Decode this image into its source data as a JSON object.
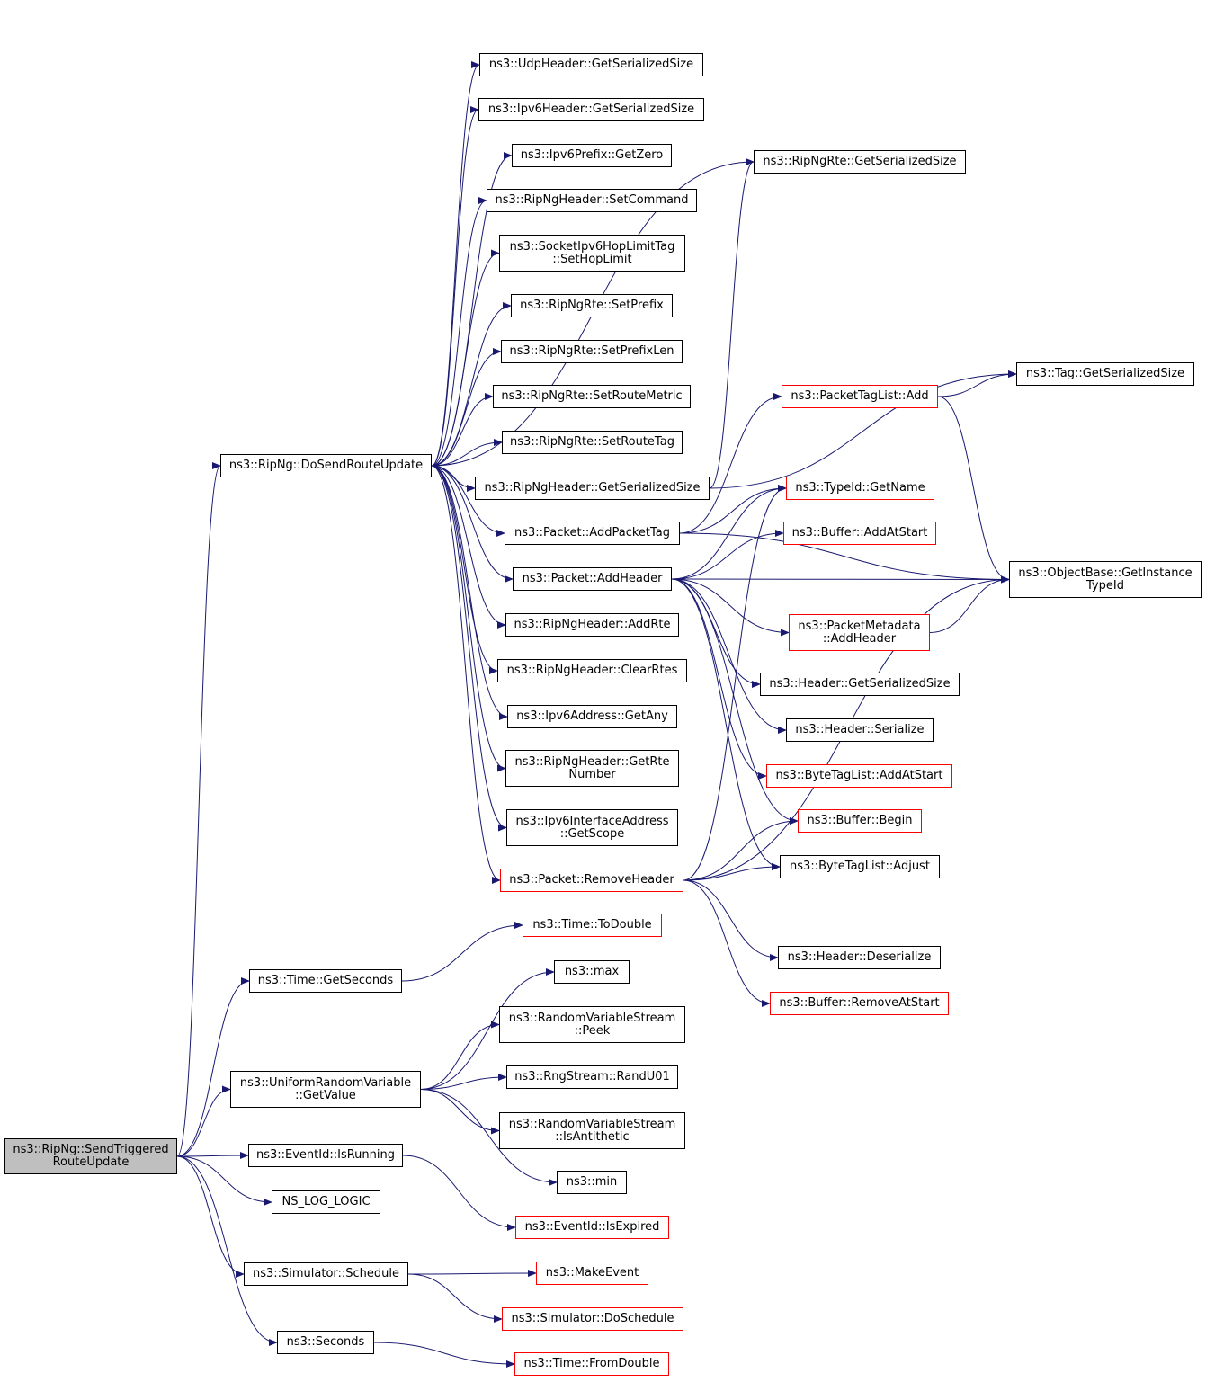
{
  "colors": {
    "edge": "#191970",
    "node_border": "#000000",
    "external_border": "#ff0000",
    "root_fill": "#bfbfbf"
  },
  "nodes": {
    "root": {
      "lines": [
        "ns3::RipNg::SendTriggered",
        "RouteUpdate"
      ],
      "external": false
    },
    "dosend": {
      "lines": [
        "ns3::RipNg::DoSendRouteUpdate"
      ],
      "external": false
    },
    "udp_gss": {
      "lines": [
        "ns3::UdpHeader::GetSerializedSize"
      ],
      "external": false
    },
    "ipv6h_gss": {
      "lines": [
        "ns3::Ipv6Header::GetSerializedSize"
      ],
      "external": false
    },
    "ipv6prefix_zero": {
      "lines": [
        "ns3::Ipv6Prefix::GetZero"
      ],
      "external": false
    },
    "ripng_setcmd": {
      "lines": [
        "ns3::RipNgHeader::SetCommand"
      ],
      "external": false
    },
    "sock_sethop": {
      "lines": [
        "ns3::SocketIpv6HopLimitTag",
        "::SetHopLimit"
      ],
      "external": false
    },
    "rte_setprefix": {
      "lines": [
        "ns3::RipNgRte::SetPrefix"
      ],
      "external": false
    },
    "rte_setprefixlen": {
      "lines": [
        "ns3::RipNgRte::SetPrefixLen"
      ],
      "external": false
    },
    "rte_setmetric": {
      "lines": [
        "ns3::RipNgRte::SetRouteMetric"
      ],
      "external": false
    },
    "rte_settag": {
      "lines": [
        "ns3::RipNgRte::SetRouteTag"
      ],
      "external": false
    },
    "ripngh_gss": {
      "lines": [
        "ns3::RipNgHeader::GetSerializedSize"
      ],
      "external": false
    },
    "pkt_addtag": {
      "lines": [
        "ns3::Packet::AddPacketTag"
      ],
      "external": false
    },
    "pkt_addheader": {
      "lines": [
        "ns3::Packet::AddHeader"
      ],
      "external": false
    },
    "ripngh_addrte": {
      "lines": [
        "ns3::RipNgHeader::AddRte"
      ],
      "external": false
    },
    "ripngh_clear": {
      "lines": [
        "ns3::RipNgHeader::ClearRtes"
      ],
      "external": false
    },
    "ipv6addr_any": {
      "lines": [
        "ns3::Ipv6Address::GetAny"
      ],
      "external": false
    },
    "ripngh_rtenum": {
      "lines": [
        "ns3::RipNgHeader::GetRte",
        "Number"
      ],
      "external": false
    },
    "ipv6if_scope": {
      "lines": [
        "ns3::Ipv6InterfaceAddress",
        "::GetScope"
      ],
      "external": false
    },
    "pkt_remove": {
      "lines": [
        "ns3::Packet::RemoveHeader"
      ],
      "external": true
    },
    "rte_gss": {
      "lines": [
        "ns3::RipNgRte::GetSerializedSize"
      ],
      "external": false
    },
    "tag_gss": {
      "lines": [
        "ns3::Tag::GetSerializedSize"
      ],
      "external": false
    },
    "ptl_add": {
      "lines": [
        "ns3::PacketTagList::Add"
      ],
      "external": true
    },
    "typeid_name": {
      "lines": [
        "ns3::TypeId::GetName"
      ],
      "external": true
    },
    "buf_addstart": {
      "lines": [
        "ns3::Buffer::AddAtStart"
      ],
      "external": true
    },
    "objbase_tid": {
      "lines": [
        "ns3::ObjectBase::GetInstance",
        "TypeId"
      ],
      "external": false
    },
    "pmeta_addh": {
      "lines": [
        "ns3::PacketMetadata",
        "::AddHeader"
      ],
      "external": true
    },
    "hdr_gss": {
      "lines": [
        "ns3::Header::GetSerializedSize"
      ],
      "external": false
    },
    "hdr_ser": {
      "lines": [
        "ns3::Header::Serialize"
      ],
      "external": false
    },
    "btl_addstart": {
      "lines": [
        "ns3::ByteTagList::AddAtStart"
      ],
      "external": true
    },
    "buf_begin": {
      "lines": [
        "ns3::Buffer::Begin"
      ],
      "external": true
    },
    "btl_adjust": {
      "lines": [
        "ns3::ByteTagList::Adjust"
      ],
      "external": false
    },
    "hdr_deser": {
      "lines": [
        "ns3::Header::Deserialize"
      ],
      "external": false
    },
    "buf_remstart": {
      "lines": [
        "ns3::Buffer::RemoveAtStart"
      ],
      "external": true
    },
    "time_todouble": {
      "lines": [
        "ns3::Time::ToDouble"
      ],
      "external": true
    },
    "time_getsec": {
      "lines": [
        "ns3::Time::GetSeconds"
      ],
      "external": false
    },
    "ns3_max": {
      "lines": [
        "ns3::max"
      ],
      "external": false
    },
    "rvs_peek": {
      "lines": [
        "ns3::RandomVariableStream",
        "::Peek"
      ],
      "external": false
    },
    "urv_getvalue": {
      "lines": [
        "ns3::UniformRandomVariable",
        "::GetValue"
      ],
      "external": false
    },
    "rng_randu01": {
      "lines": [
        "ns3::RngStream::RandU01"
      ],
      "external": false
    },
    "rvs_isanti": {
      "lines": [
        "ns3::RandomVariableStream",
        "::IsAntithetic"
      ],
      "external": false
    },
    "ns3_min": {
      "lines": [
        "ns3::min"
      ],
      "external": false
    },
    "evt_isrunning": {
      "lines": [
        "ns3::EventId::IsRunning"
      ],
      "external": false
    },
    "evt_isexpired": {
      "lines": [
        "ns3::EventId::IsExpired"
      ],
      "external": true
    },
    "ns_log_logic": {
      "lines": [
        "NS_LOG_LOGIC"
      ],
      "external": false
    },
    "sim_schedule": {
      "lines": [
        "ns3::Simulator::Schedule"
      ],
      "external": false
    },
    "make_event": {
      "lines": [
        "ns3::MakeEvent"
      ],
      "external": true
    },
    "sim_dosched": {
      "lines": [
        "ns3::Simulator::DoSchedule"
      ],
      "external": true
    },
    "ns3_seconds": {
      "lines": [
        "ns3::Seconds"
      ],
      "external": false
    },
    "time_fromdouble": {
      "lines": [
        "ns3::Time::FromDouble"
      ],
      "external": true
    }
  },
  "edges": [
    [
      "root",
      "dosend"
    ],
    [
      "root",
      "time_getsec"
    ],
    [
      "root",
      "urv_getvalue"
    ],
    [
      "root",
      "evt_isrunning"
    ],
    [
      "root",
      "ns_log_logic"
    ],
    [
      "root",
      "sim_schedule"
    ],
    [
      "root",
      "ns3_seconds"
    ],
    [
      "dosend",
      "udp_gss"
    ],
    [
      "dosend",
      "ipv6h_gss"
    ],
    [
      "dosend",
      "ipv6prefix_zero"
    ],
    [
      "dosend",
      "ripng_setcmd"
    ],
    [
      "dosend",
      "sock_sethop"
    ],
    [
      "dosend",
      "rte_setprefix"
    ],
    [
      "dosend",
      "rte_setprefixlen"
    ],
    [
      "dosend",
      "rte_setmetric"
    ],
    [
      "dosend",
      "rte_settag"
    ],
    [
      "dosend",
      "ripngh_gss"
    ],
    [
      "dosend",
      "pkt_addtag"
    ],
    [
      "dosend",
      "pkt_addheader"
    ],
    [
      "dosend",
      "ripngh_addrte"
    ],
    [
      "dosend",
      "ripngh_clear"
    ],
    [
      "dosend",
      "ipv6addr_any"
    ],
    [
      "dosend",
      "ripngh_rtenum"
    ],
    [
      "dosend",
      "ipv6if_scope"
    ],
    [
      "dosend",
      "pkt_remove"
    ],
    [
      "dosend",
      "rte_gss"
    ],
    [
      "ripngh_gss",
      "rte_gss"
    ],
    [
      "ripngh_gss",
      "tag_gss"
    ],
    [
      "pkt_addtag",
      "ptl_add"
    ],
    [
      "pkt_addtag",
      "typeid_name"
    ],
    [
      "pkt_addtag",
      "objbase_tid"
    ],
    [
      "ptl_add",
      "tag_gss"
    ],
    [
      "ptl_add",
      "objbase_tid"
    ],
    [
      "pkt_addheader",
      "buf_addstart"
    ],
    [
      "pkt_addheader",
      "typeid_name"
    ],
    [
      "pkt_addheader",
      "objbase_tid"
    ],
    [
      "pkt_addheader",
      "pmeta_addh"
    ],
    [
      "pkt_addheader",
      "hdr_gss"
    ],
    [
      "pkt_addheader",
      "hdr_ser"
    ],
    [
      "pkt_addheader",
      "btl_addstart"
    ],
    [
      "pkt_addheader",
      "buf_begin"
    ],
    [
      "pkt_addheader",
      "btl_adjust"
    ],
    [
      "pmeta_addh",
      "objbase_tid"
    ],
    [
      "pkt_remove",
      "typeid_name"
    ],
    [
      "pkt_remove",
      "buf_begin"
    ],
    [
      "pkt_remove",
      "btl_adjust"
    ],
    [
      "pkt_remove",
      "objbase_tid"
    ],
    [
      "pkt_remove",
      "hdr_deser"
    ],
    [
      "pkt_remove",
      "buf_remstart"
    ],
    [
      "time_getsec",
      "time_todouble"
    ],
    [
      "urv_getvalue",
      "ns3_max"
    ],
    [
      "urv_getvalue",
      "rvs_peek"
    ],
    [
      "urv_getvalue",
      "rng_randu01"
    ],
    [
      "urv_getvalue",
      "rvs_isanti"
    ],
    [
      "urv_getvalue",
      "ns3_min"
    ],
    [
      "evt_isrunning",
      "evt_isexpired"
    ],
    [
      "sim_schedule",
      "make_event"
    ],
    [
      "sim_schedule",
      "sim_dosched"
    ],
    [
      "ns3_seconds",
      "time_fromdouble"
    ]
  ]
}
